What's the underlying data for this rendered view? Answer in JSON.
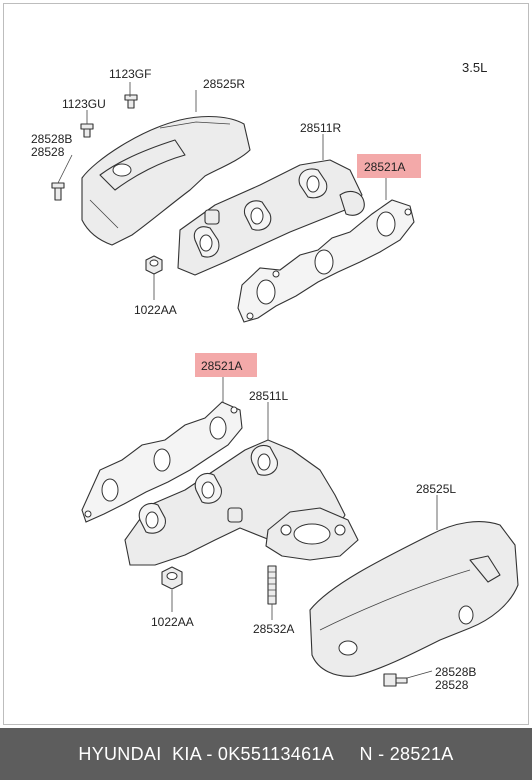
{
  "engine_label": "3.5L",
  "callouts": {
    "c1123gf": "1123GF",
    "c28525r": "28525R",
    "c1123gu": "1123GU",
    "c28511r": "28511R",
    "c28528b_top": "28528B",
    "c28528_top": "28528",
    "c28521a_top": "28521A",
    "c1022aa_top": "1022AA",
    "c28521a_mid": "28521A",
    "c28511l": "28511L",
    "c28525l": "28525L",
    "c1022aa_bot": "1022AA",
    "c28532a": "28532A",
    "c28528b_bot": "28528B",
    "c28528_bot": "28528"
  },
  "highlight_color": "#f3a9a9",
  "footer_text": "HYUNDAI  KIA - 0K55113461A     N - 28521A"
}
